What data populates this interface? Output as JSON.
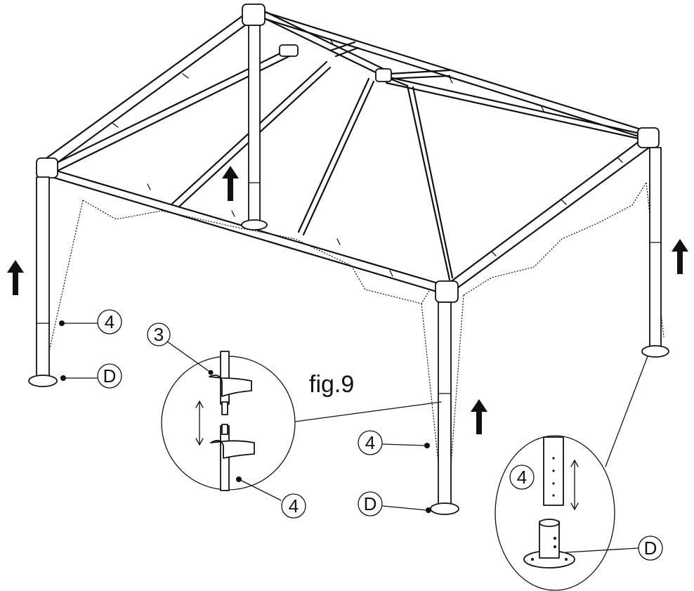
{
  "figure": {
    "caption": "fig.9"
  },
  "callouts": {
    "leg_left": "4",
    "foot_left": "D",
    "hand_upper": "3",
    "hand_lower": "4",
    "leg_front": "4",
    "foot_front": "D",
    "detail_pole": "4",
    "detail_foot": "D"
  }
}
